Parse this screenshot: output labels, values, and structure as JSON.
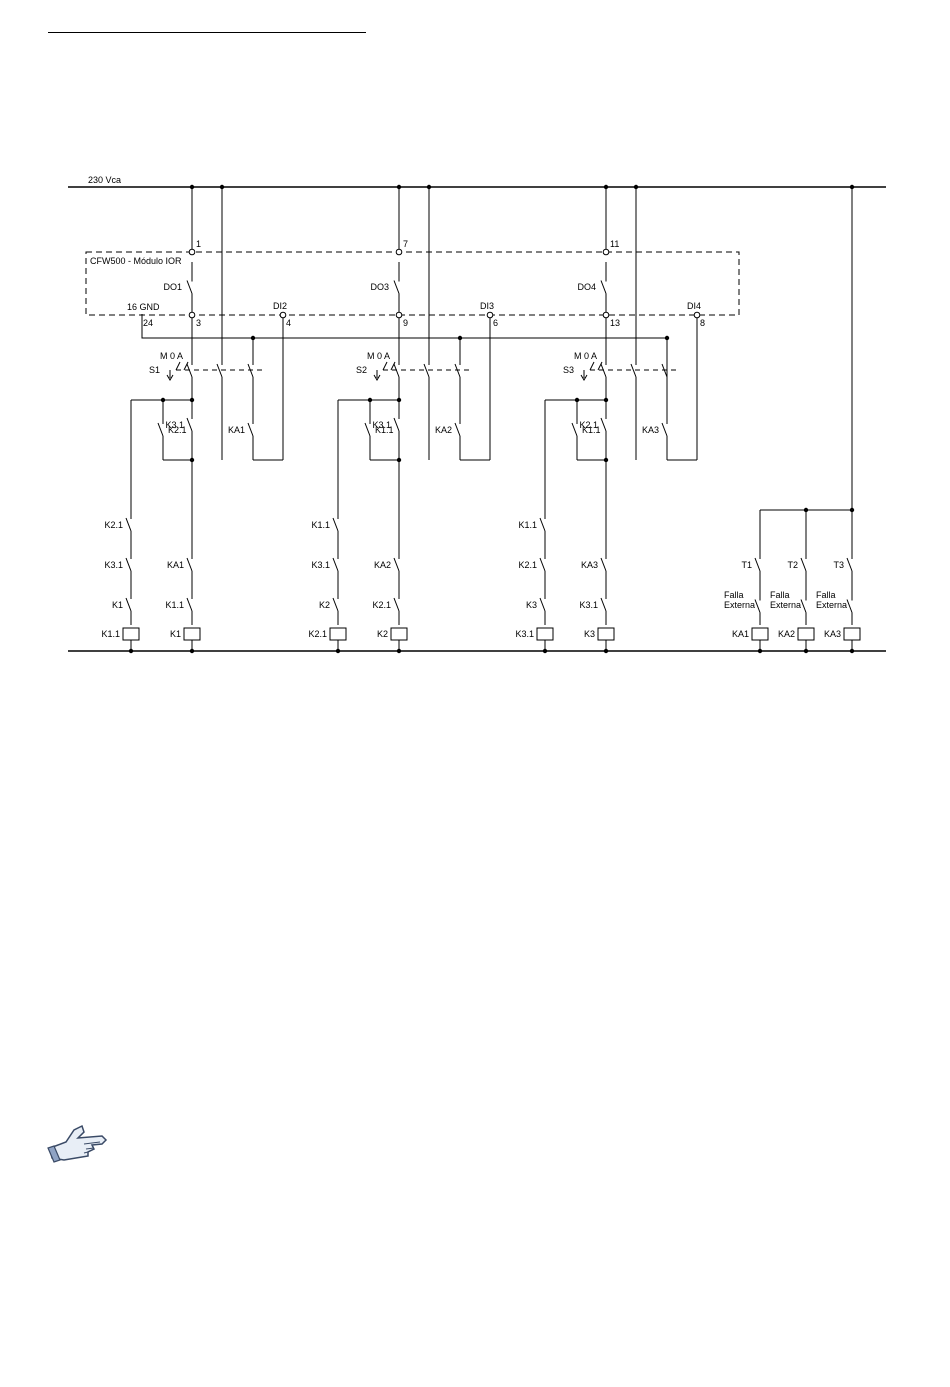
{
  "supply_label": "230 Vca",
  "module_label": "CFW500 - Módulo IOR",
  "gnd_label": "16 GND",
  "switch_mode_label": "M 0 A",
  "external_fault_label_1": "Falla",
  "external_fault_label_2": "Externa",
  "sections": [
    {
      "do_terminal": "1",
      "do_label": "DO1",
      "do_out_terminal": "3",
      "di_label": "DI2",
      "di_terminal": "4",
      "switch_label": "S1",
      "parallel_a": "K2.1",
      "parallel_b": "K3.1",
      "aux_contact": "KA1",
      "chain_left": [
        "K2.1",
        "K3.1",
        "K1"
      ],
      "chain_right": [
        "KA1",
        "K1.1"
      ],
      "coil_left": "K1.1",
      "coil_right": "K1"
    },
    {
      "do_terminal": "7",
      "do_label": "DO3",
      "do_out_terminal": "9",
      "di_label": "DI3",
      "di_terminal": "6",
      "switch_label": "S2",
      "parallel_a": "K1.1",
      "parallel_b": "K3.1",
      "aux_contact": "KA2",
      "chain_left": [
        "K1.1",
        "K3.1",
        "K2"
      ],
      "chain_right": [
        "KA2",
        "K2.1"
      ],
      "coil_left": "K2.1",
      "coil_right": "K2"
    },
    {
      "do_terminal": "11",
      "do_label": "DO4",
      "do_out_terminal": "13",
      "di_label": "DI4",
      "di_terminal": "8",
      "switch_label": "S3",
      "parallel_a": "K1.1",
      "parallel_b": "K2.1",
      "aux_contact": "KA3",
      "chain_left": [
        "K1.1",
        "K2.1",
        "K3"
      ],
      "chain_right": [
        "KA3",
        "K3.1"
      ],
      "coil_left": "K3.1",
      "coil_right": "K3"
    }
  ],
  "gnd_terminal": "24",
  "thermal_branches": [
    {
      "contact": "T1",
      "coil": "KA1"
    },
    {
      "contact": "T2",
      "coil": "KA2"
    },
    {
      "contact": "T3",
      "coil": "KA3"
    }
  ],
  "icon_note": "pointing-hand-icon"
}
